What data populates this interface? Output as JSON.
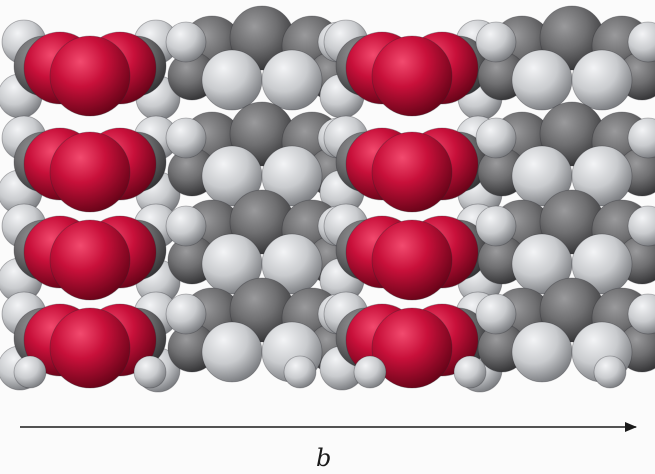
{
  "axis": {
    "label": "b"
  },
  "colors": {
    "oxygen": "#c8103a",
    "carbon": "#6f6f71",
    "hydrogen": "#cfd1d4",
    "axis_line": "#1a1a1a",
    "background": "#fbfbfb"
  },
  "structure": {
    "rows": 4,
    "column_types": [
      "oxygen-unit",
      "carbon-unit",
      "oxygen-unit",
      "carbon-unit"
    ]
  }
}
